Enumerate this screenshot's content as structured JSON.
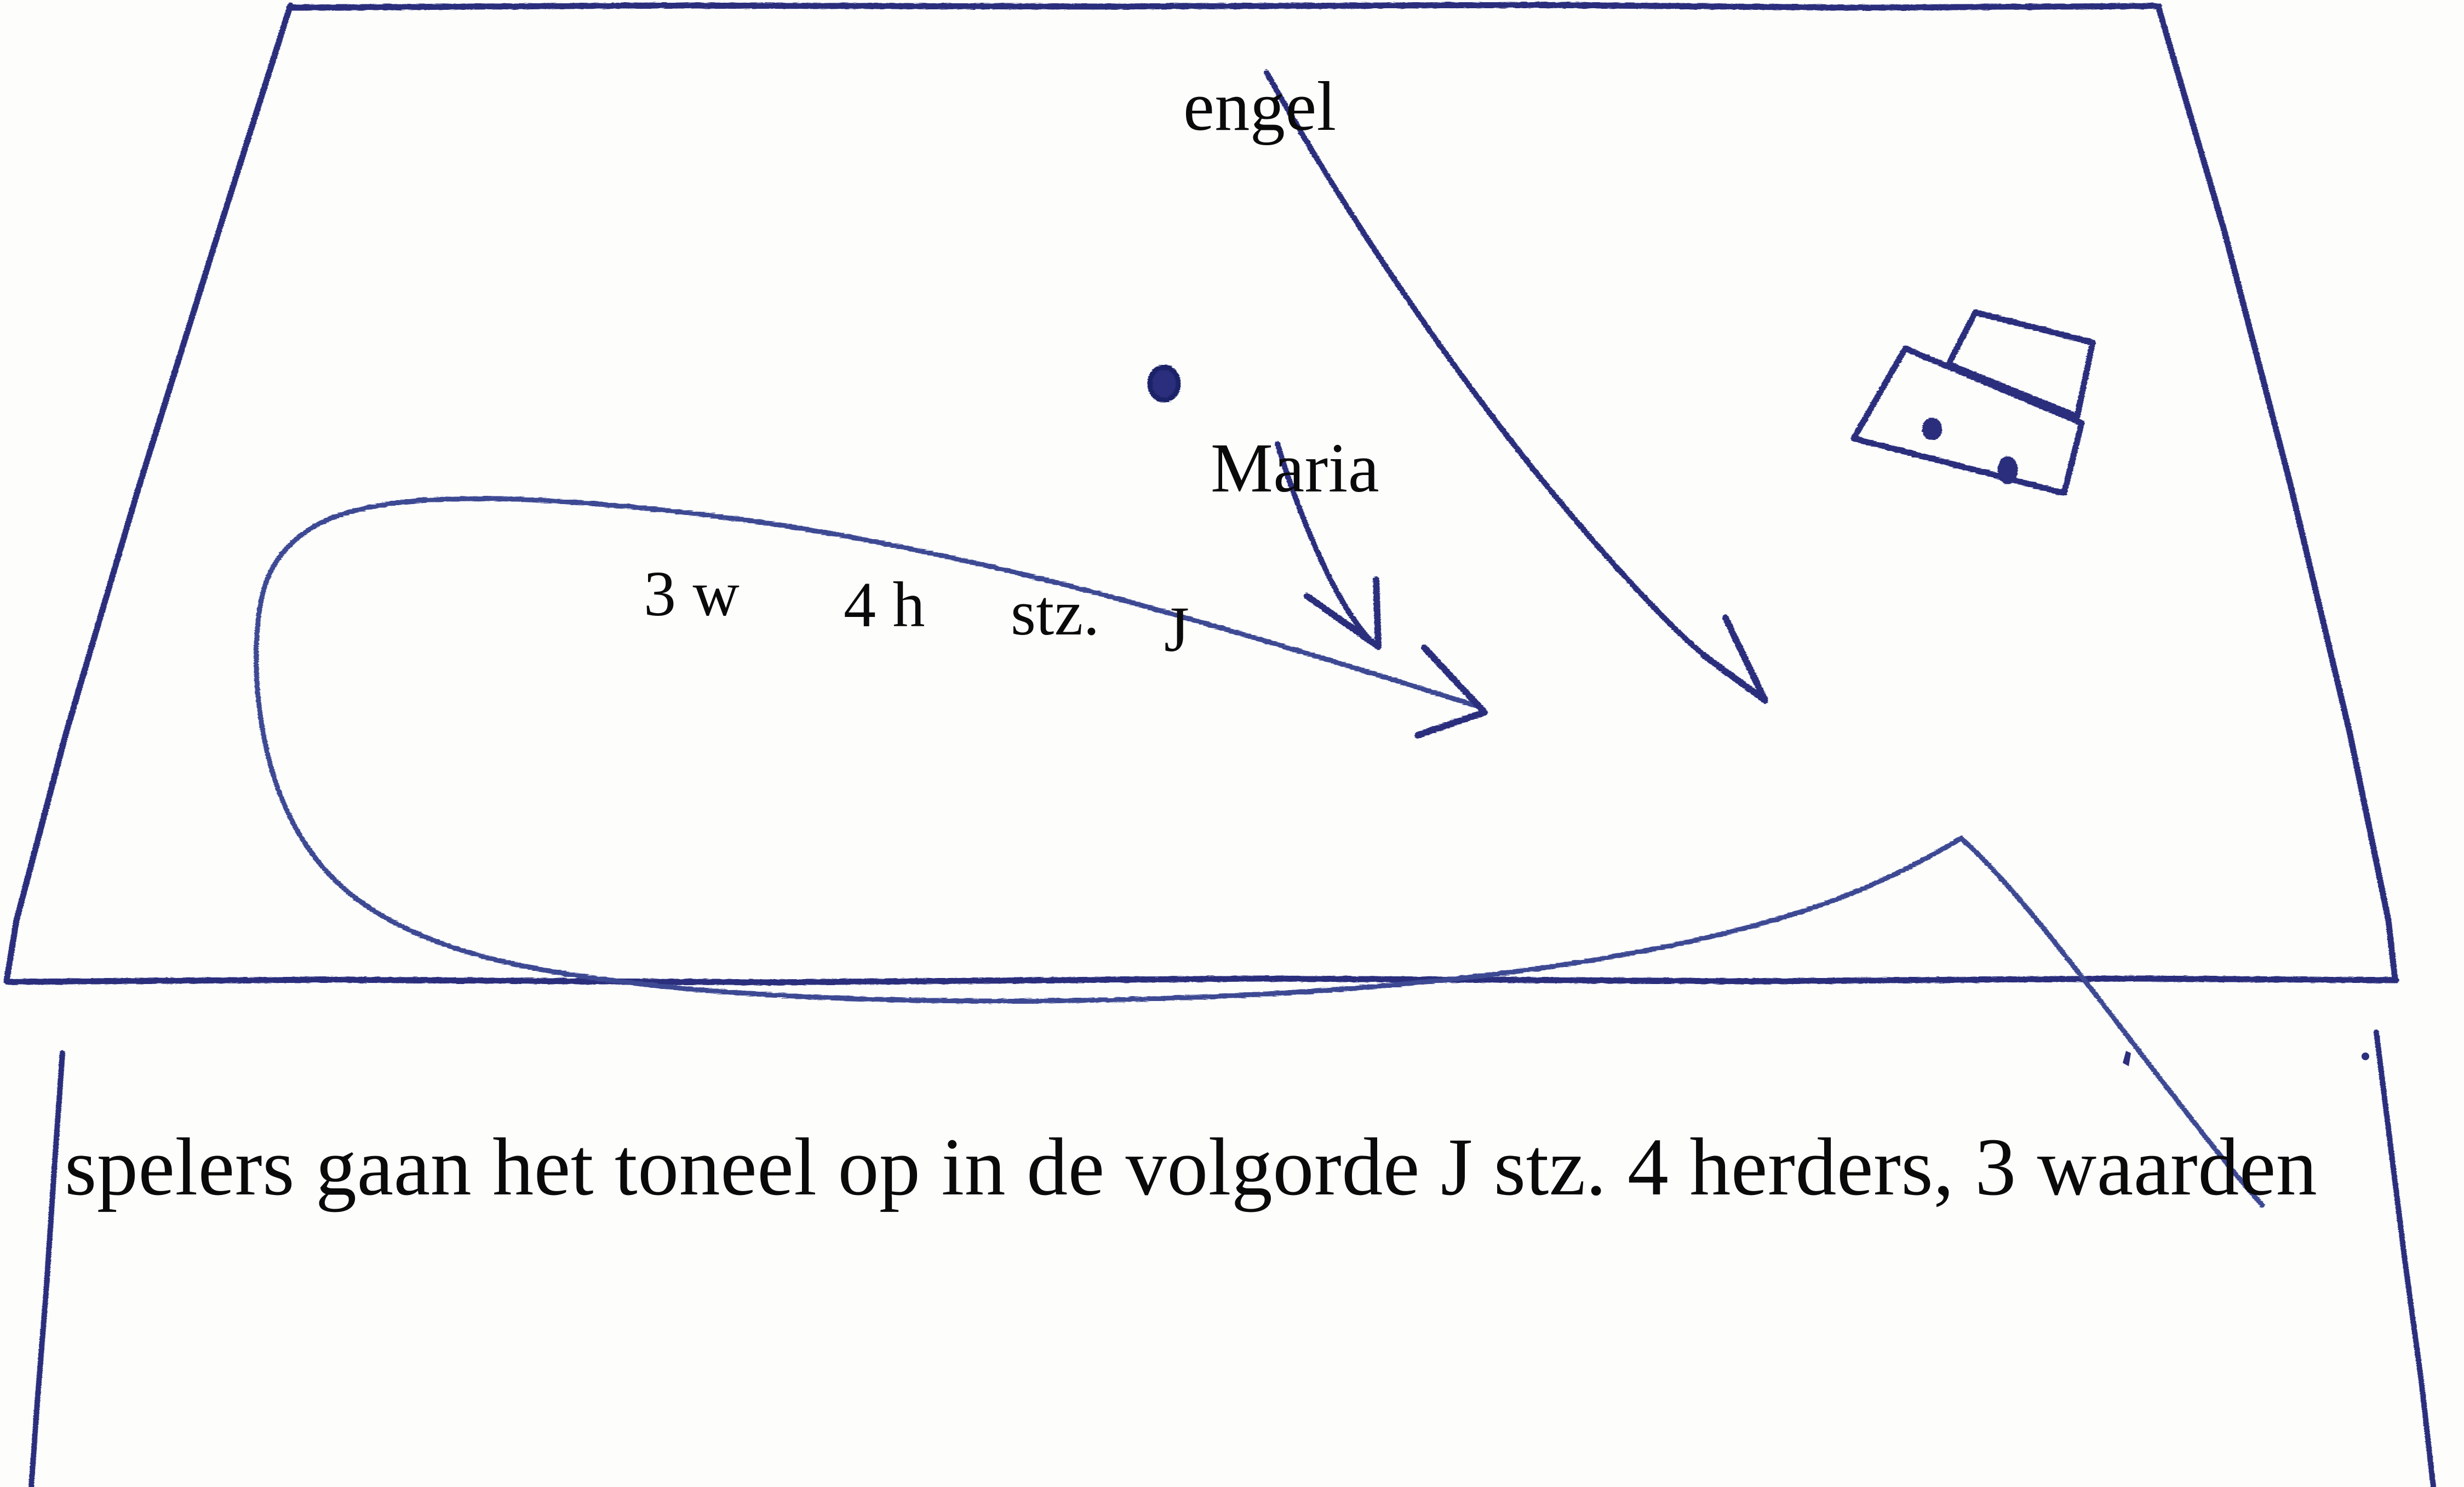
{
  "sketch": {
    "medium": "blue ballpoint pen on white paper",
    "ink_color": "#2b2f7c",
    "ink_color_light": "#3d4a93",
    "paper_color": "#fdfdfc",
    "text_color": "#0a0a0a",
    "subject": "stage floor plan for a nativity play"
  },
  "labels": {
    "engel": "engel",
    "maria": "Maria",
    "three_w": "3 w",
    "four_h": "4 h",
    "stz": "stz.",
    "j": "J"
  },
  "caption": {
    "text": "spelers gaan het toneel op in de volgorde J stz. 4 herders, 3 waarden"
  },
  "elements": {
    "stage_outline": "trapezoid stage area",
    "entrance_path": "long looping arrow path from stage right curving left and back out front",
    "engel_arrow": "arrow from engel label down-right onto stage",
    "maria_arrow": "short arrow from Maria label down onto stage",
    "prop_crib": "two tilted rectangles with dots: crib / manger props",
    "actor_dot": "filled circle marking an actor position",
    "apron_left_line": "slanted line at lower left below the stage front",
    "apron_right_line": "slanted line at lower right below the stage front"
  }
}
